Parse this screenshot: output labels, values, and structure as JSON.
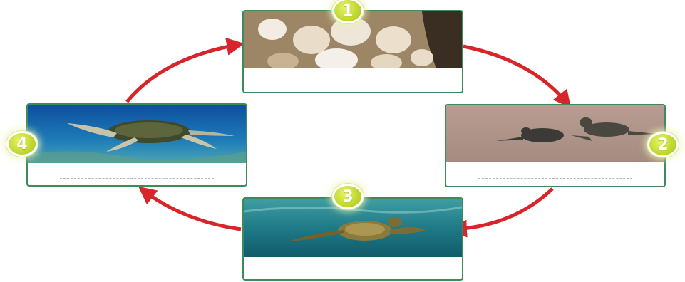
{
  "diagram": {
    "type": "cycle",
    "arrow_color": "#d6262b",
    "card_border_color": "#3f8a5a",
    "badge_color": "#bfd72f",
    "stages": [
      {
        "number": "1",
        "photo": "turtle-eggs-in-sand"
      },
      {
        "number": "2",
        "photo": "hatchlings-on-beach"
      },
      {
        "number": "3",
        "photo": "juvenile-turtle-swimming"
      },
      {
        "number": "4",
        "photo": "adult-turtle-over-reef"
      }
    ]
  }
}
